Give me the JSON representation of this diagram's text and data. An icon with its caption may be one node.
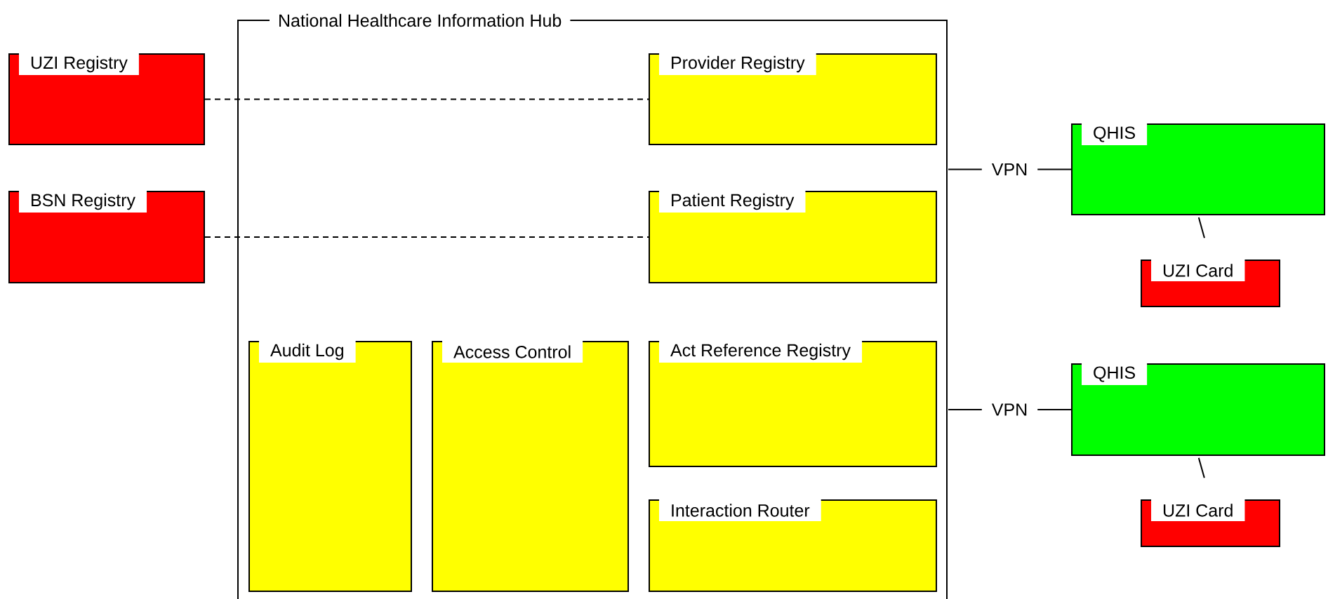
{
  "diagram": {
    "nodes": [
      {
        "text": [
          "National Healthcare Information Hub"
        ]
      },
      {
        "text": [
          "UZI Registry"
        ]
      },
      {
        "text": [
          "BSN Registry"
        ]
      },
      {
        "text": [
          "Provider Registry"
        ],
        "in": 0
      },
      {
        "text": [
          "Patient Registry"
        ],
        "in": 0
      },
      {
        "text": [
          "Audit Log"
        ],
        "in": 0
      },
      {
        "text": [
          "Access Control"
        ],
        "in": 0
      },
      {
        "text": [
          "Act Reference Registry"
        ],
        "in": 0
      },
      {
        "text": [
          "Interaction Router"
        ],
        "in": 0
      },
      {
        "text": [
          "QHIS"
        ]
      },
      {
        "text": [
          "UZI Card"
        ]
      },
      {
        "text": [
          "QHIS"
        ]
      },
      {
        "text": [
          "UZI Card"
        ]
      }
    ],
    "edges": [
      {
        "from": 1,
        "to": 3,
        "arrow": "none",
        "style": "dashed"
      },
      {
        "from": 2,
        "to": 4,
        "arrow": "none",
        "style": "dashed"
      },
      {
        "from": 0,
        "to": 9,
        "arrow": "none",
        "label": "VPN"
      },
      {
        "from": 0,
        "to": 11,
        "arrow": "none",
        "label": "VPN"
      },
      {
        "from": 9,
        "to": 10,
        "arrow": "none"
      },
      {
        "from": 11,
        "to": 12,
        "arrow": "none"
      }
    ]
  }
}
